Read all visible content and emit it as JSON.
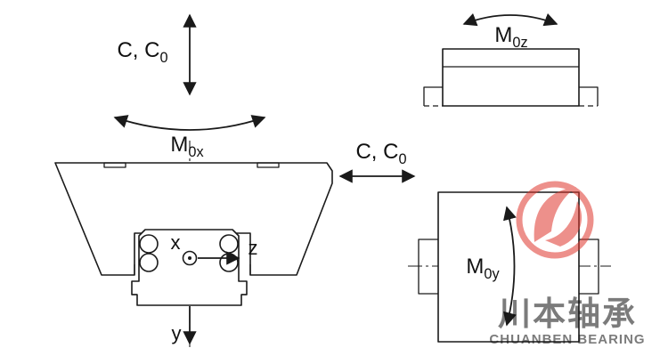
{
  "diagram": {
    "load_label": {
      "main": "C, C",
      "sub": "0"
    },
    "moments": {
      "m0x": {
        "main": "M",
        "sub": "0x"
      },
      "m0z": {
        "main": "M",
        "sub": "0z"
      },
      "m0y": {
        "main": "M",
        "sub": "0y"
      }
    },
    "axes": {
      "x": "x",
      "y": "y",
      "z": "z"
    }
  },
  "watermark": {
    "chinese": "川本轴承",
    "english": "CHUANBEN BEARING",
    "color": "#e0372e"
  },
  "colors": {
    "line": "#1a1a1a",
    "background": "#ffffff"
  }
}
